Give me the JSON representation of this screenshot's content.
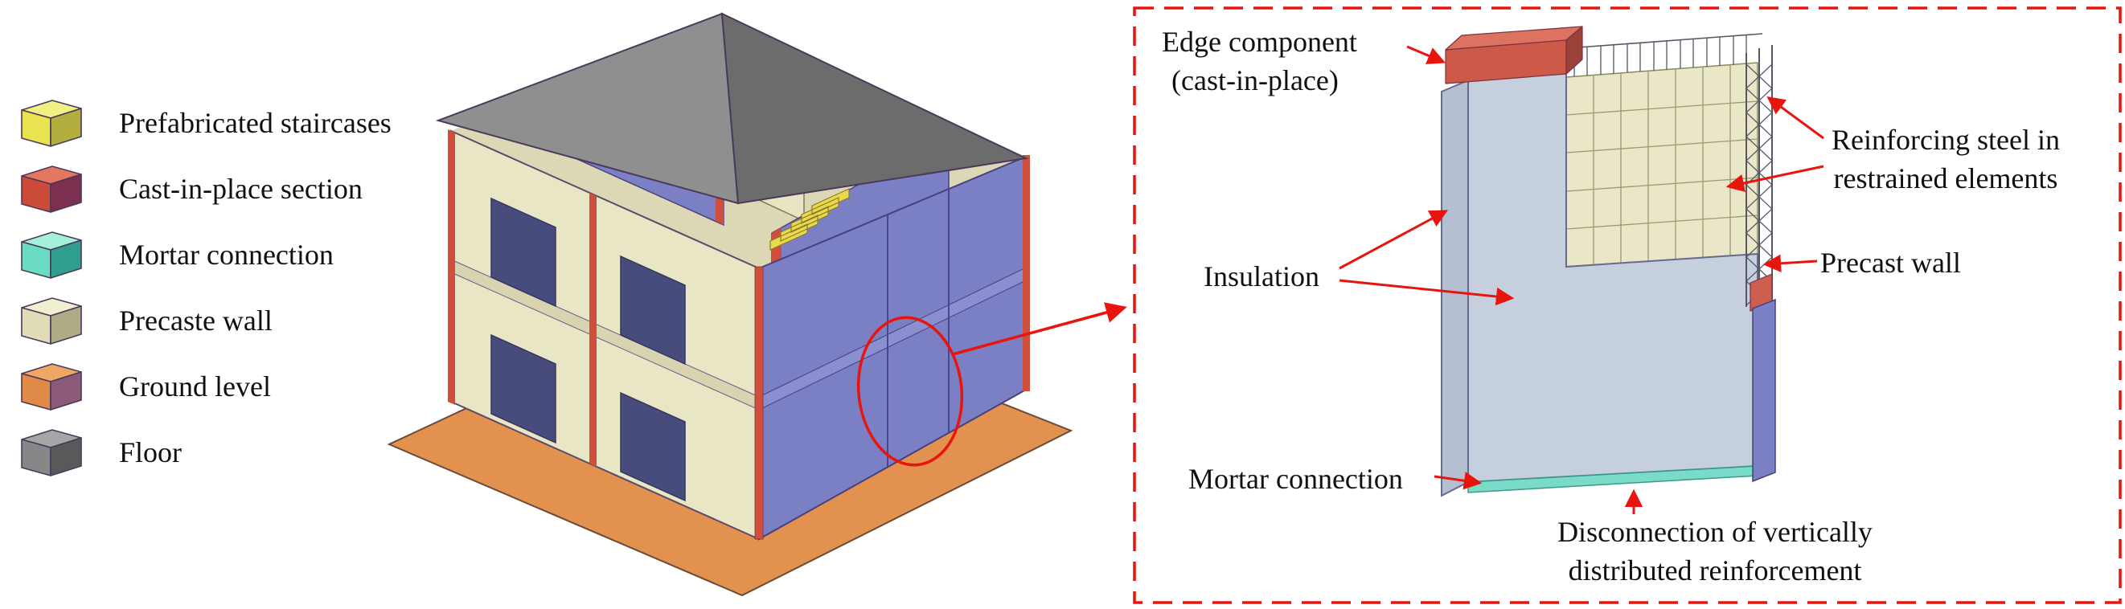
{
  "colors": {
    "accent_red": "#e8150f",
    "text": "#101010"
  },
  "legend": {
    "items": [
      {
        "label": "Prefabricated staircases",
        "colors": {
          "top": "#f3f083",
          "front": "#e8e34e",
          "side": "#b3ae3d"
        }
      },
      {
        "label": "Cast-in-place section",
        "colors": {
          "top": "#e57761",
          "front": "#cc4a38",
          "side": "#7c2f4e"
        }
      },
      {
        "label": "Mortar connection",
        "colors": {
          "top": "#a5f0d8",
          "front": "#6adcc4",
          "side": "#2f9e8e"
        }
      },
      {
        "label": "Precaste wall",
        "colors": {
          "top": "#f1efd2",
          "front": "#e0ddb6",
          "side": "#aeab85"
        }
      },
      {
        "label": "Ground level",
        "colors": {
          "top": "#f0a766",
          "front": "#df8a46",
          "side": "#8a5a78"
        }
      },
      {
        "label": "Floor",
        "colors": {
          "top": "#a6a6a6",
          "front": "#878787",
          "side": "#595959"
        }
      }
    ]
  },
  "detail_panel": {
    "labels": {
      "edge_component_line1": "Edge component",
      "edge_component_line2": "(cast-in-place)",
      "reinforcing_line1": "Reinforcing steel in",
      "reinforcing_line2": "restrained elements",
      "insulation": "Insulation",
      "precast_wall": "Precast wall",
      "mortar_connection": "Mortar connection",
      "disconnection_line1": "Disconnection of vertically",
      "disconnection_line2": "distributed reinforcement"
    }
  }
}
